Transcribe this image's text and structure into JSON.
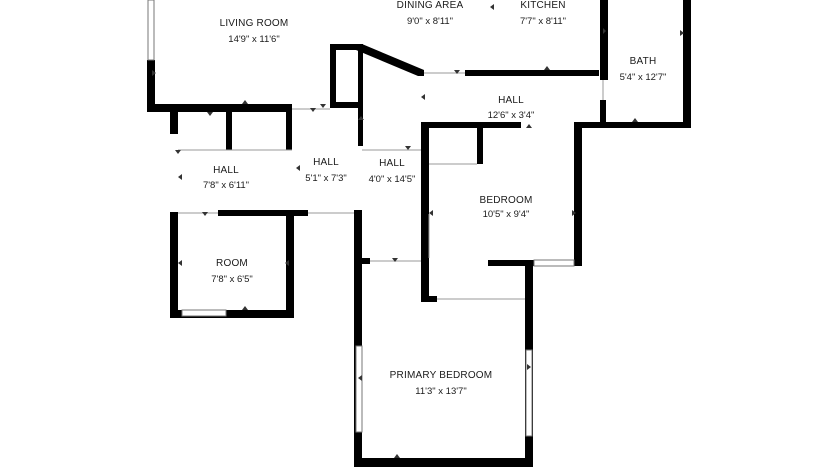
{
  "floor_plan": {
    "rooms": [
      {
        "key": "living-room",
        "name": "LIVING ROOM",
        "dimensions": "14'9\" x 11'6\""
      },
      {
        "key": "dining-area",
        "name": "DINING AREA",
        "dimensions": "9'0\" x 8'11\""
      },
      {
        "key": "kitchen",
        "name": "KITCHEN",
        "dimensions": "7'7\" x 8'11\""
      },
      {
        "key": "bath",
        "name": "BATH",
        "dimensions": "5'4\" x 12'7\""
      },
      {
        "key": "hall-east",
        "name": "HALL",
        "dimensions": "12'6\" x 3'4\""
      },
      {
        "key": "hall-west",
        "name": "HALL",
        "dimensions": "7'8\" x 6'11\""
      },
      {
        "key": "hall-center-left",
        "name": "HALL",
        "dimensions": "5'1\" x 7'3\""
      },
      {
        "key": "hall-center-right",
        "name": "HALL",
        "dimensions": "4'0\" x 14'5\""
      },
      {
        "key": "bedroom",
        "name": "BEDROOM",
        "dimensions": "10'5\" x 9'4\""
      },
      {
        "key": "room",
        "name": "ROOM",
        "dimensions": "7'8\" x 6'5\""
      },
      {
        "key": "primary-bedroom",
        "name": "PRIMARY BEDROOM",
        "dimensions": "11'3\" x 13'7\""
      }
    ]
  }
}
